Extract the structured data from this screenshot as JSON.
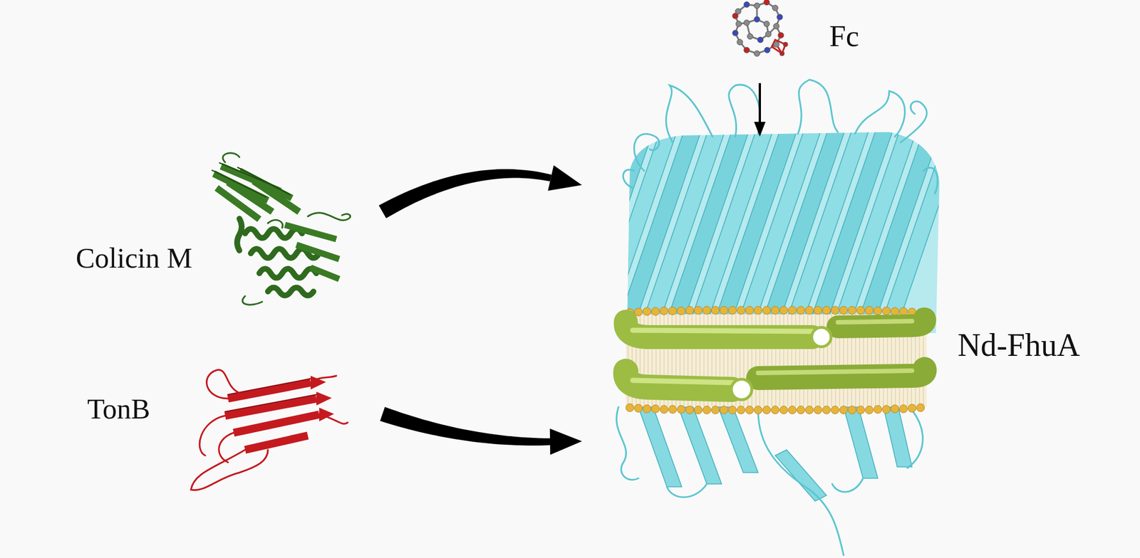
{
  "diagram": {
    "nodes": [
      {
        "text": [
          "Fc"
        ]
      },
      {
        "text": [
          "Colicin M"
        ]
      },
      {
        "text": [
          "TonB"
        ]
      },
      {
        "text": [
          "Nd-FhuA"
        ]
      }
    ],
    "edges": [
      {
        "from": 1,
        "to": 3,
        "arrow": "to"
      },
      {
        "from": 2,
        "to": 3,
        "arrow": "to"
      },
      {
        "from": 0,
        "to": 3,
        "arrow": "to"
      }
    ]
  }
}
